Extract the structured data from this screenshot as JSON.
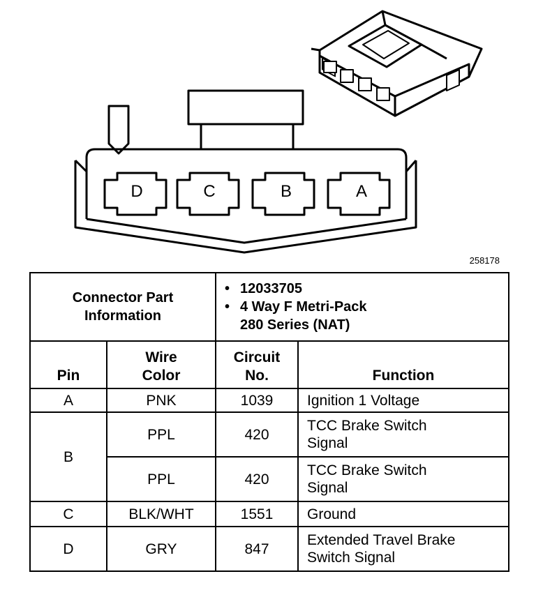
{
  "figure_id": "258178",
  "pins": [
    "D",
    "C",
    "B",
    "A"
  ],
  "connector_info": {
    "label_line1": "Connector Part",
    "label_line2": "Information",
    "part_number": "12033705",
    "desc_line1": "4 Way F Metri-Pack",
    "desc_line2": "280 Series (NAT)"
  },
  "columns": {
    "pin": "Pin",
    "wire_color_1": "Wire",
    "wire_color_2": "Color",
    "circuit_1": "Circuit",
    "circuit_2": "No.",
    "function": "Function"
  },
  "rows": [
    {
      "pin": "A",
      "color": "PNK",
      "circuit": "1039",
      "f1": "Ignition 1 Voltage",
      "f2": ""
    },
    {
      "pin": "B",
      "color": "PPL",
      "circuit": "420",
      "f1": "TCC Brake Switch",
      "f2": "Signal"
    },
    {
      "pin": "",
      "color": "PPL",
      "circuit": "420",
      "f1": "TCC Brake Switch",
      "f2": "Signal"
    },
    {
      "pin": "C",
      "color": "BLK/WHT",
      "circuit": "1551",
      "f1": "Ground",
      "f2": ""
    },
    {
      "pin": "D",
      "color": "GRY",
      "circuit": "847",
      "f1": "Extended Travel Brake",
      "f2": "Switch Signal"
    }
  ]
}
